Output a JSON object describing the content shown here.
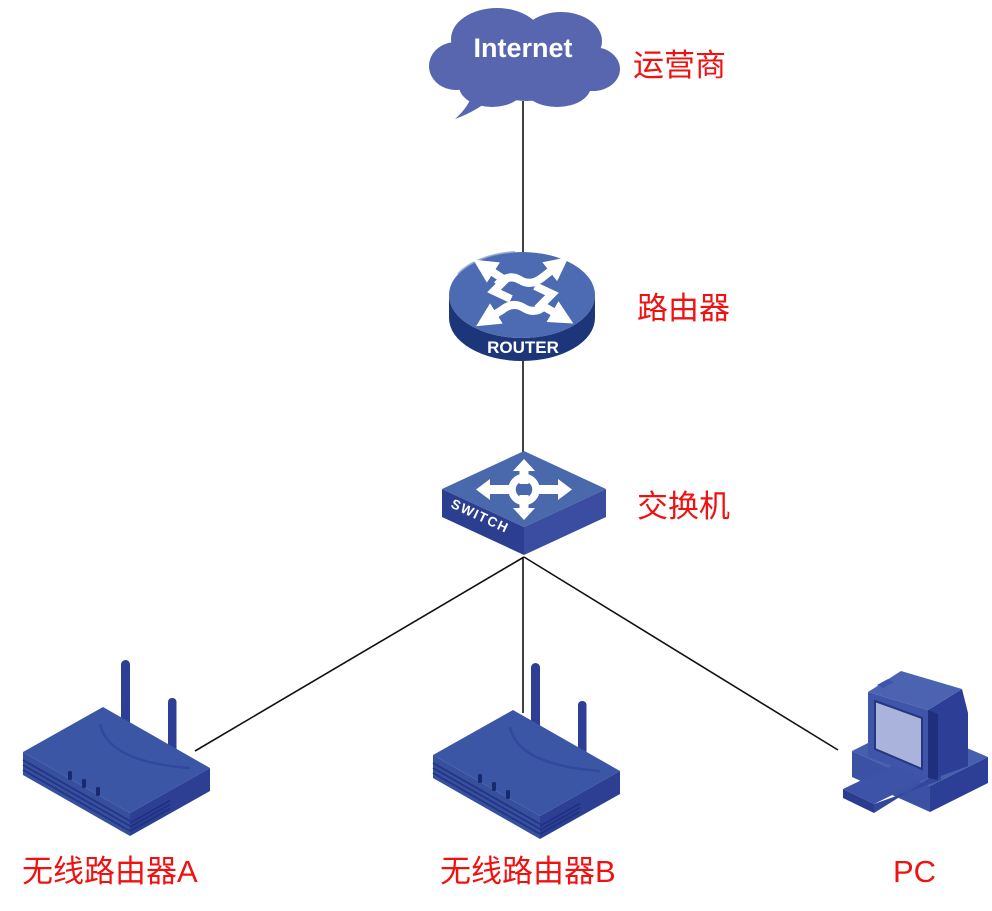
{
  "colors": {
    "label_red": "#f01111",
    "line_black": "#111111",
    "cloud_blue": "#5766af",
    "router_top_blue": "#4d6bb3",
    "router_side_navy": "#1d3579",
    "switch_top_blue": "#4a68ac",
    "switch_left_face": "#2c3e90",
    "switch_right_face": "#3a4da1",
    "device_top_blue": "#3c56a6",
    "device_left_face": "#36509e",
    "device_right_face": "#2c3f93",
    "antenna_blue": "#2c3e95",
    "pc_screen_blue": "#a9b3dc",
    "icon_glyph_white": "#ffffff"
  },
  "nodes": {
    "internet": {
      "icon": "internet-cloud-icon",
      "icon_text": "Internet",
      "label": "运营商"
    },
    "router": {
      "icon": "router-icon",
      "icon_text": "ROUTER",
      "label": "路由器"
    },
    "switch": {
      "icon": "switch-icon",
      "icon_text": "SWITCH",
      "label": "交换机"
    },
    "wireless_router_a": {
      "icon": "wireless-router-icon",
      "label": "无线路由器A"
    },
    "wireless_router_b": {
      "icon": "wireless-router-icon",
      "label": "无线路由器B"
    },
    "pc": {
      "icon": "desktop-pc-icon",
      "label": "PC"
    }
  },
  "edges": [
    {
      "from": "internet",
      "to": "router"
    },
    {
      "from": "router",
      "to": "switch"
    },
    {
      "from": "switch",
      "to": "wireless_router_a"
    },
    {
      "from": "switch",
      "to": "wireless_router_b"
    },
    {
      "from": "switch",
      "to": "pc"
    }
  ]
}
